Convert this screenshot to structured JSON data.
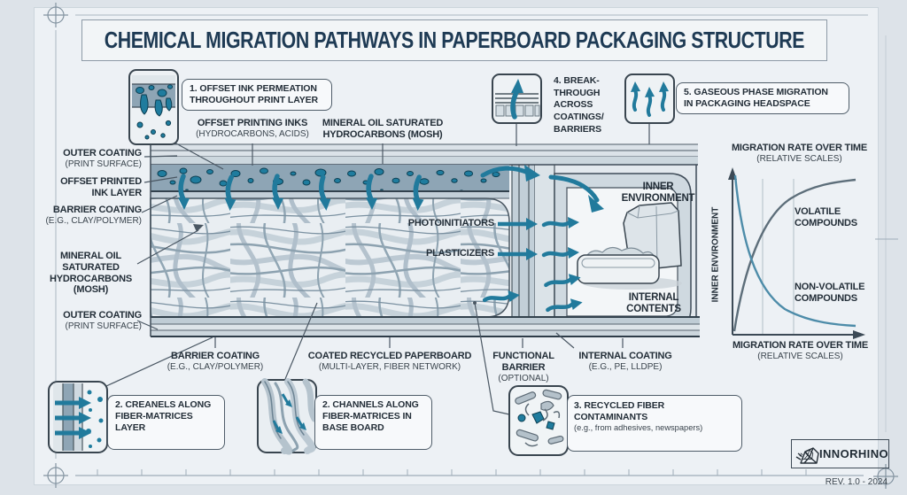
{
  "title": "CHEMICAL MIGRATION PATHWAYS IN PAPERBOARD PACKAGING STRUCTURE",
  "callouts": {
    "c1": "1. OFFSET INK PERMEATION\nTHROUGHOUT PRINT LAYER",
    "c4": "4. BREAK-\nTHROUGH\nACROSS\nCOATINGS/\nBARRIERS",
    "c5": "5. GASEOUS PHASE MIGRATION\nIN PACKAGING HEADSPACE",
    "c2a": "2. CREANELS ALONG\nFIBER-MATRICES\nLAYER",
    "c2b": "2. CHANNELS ALONG\nFIBER-MATRICES IN\nBASE BOARD",
    "c3_main": "3. RECYCLED FIBER\nCONTAMINANTS",
    "c3_sub": "(e.g., from adhesives, newspapers)"
  },
  "top_labels": {
    "inks_main": "OFFSET PRINTING INKS",
    "inks_sub": "(HYDROCARBONS, ACIDS)",
    "mosh_main": "MINERAL OIL SATURATED",
    "mosh_sub": "HYDROCARBONS (MOSH)"
  },
  "left_labels": {
    "outer_top_main": "OUTER COATING",
    "outer_top_sub": "(PRINT SURFACE)",
    "ink_layer": "OFFSET PRINTED\nINK LAYER",
    "barrier_main": "BARRIER COATING",
    "barrier_sub": "(E.G., CLAY/POLYMER)",
    "mosh": "MINERAL OIL\nSATURATED\nHYDROCARBONS\n(MOSH)",
    "outer_bottom_main": "OUTER COATING",
    "outer_bottom_sub": "(PRINT SURFACE)"
  },
  "bottom_labels": {
    "barrier_main": "BARRIER COATING",
    "barrier_sub": "(E.G., CLAY/POLYMER)",
    "board_main": "COATED RECYCLED PAPERBOARD",
    "board_sub": "(MULTI-LAYER, FIBER NETWORK)",
    "functional_main": "FUNCTIONAL\nBARRIER",
    "functional_sub": "(OPTIONAL)",
    "internal_main": "INTERNAL COATING",
    "internal_sub": "(E.G., PE, LLDPE)"
  },
  "mid_labels": {
    "photoinitiators": "PHOTOINITIATORS",
    "plasticizers": "PLASTICIZERS",
    "inner_environment": "INNER\nENVIRONMENT",
    "internal_contents": "INTERNAL\nCONTENTS"
  },
  "chart": {
    "title_main": "MIGRATION RATE OVER TIME",
    "title_sub": "(RELATIVE SCALES)",
    "y_axis": "INNER ENVIRONMENT",
    "volatile": "VOLATILE\nCOMPOUNDS",
    "non_volatile": "NON-VOLATILE\nCOMPOUNDS",
    "x_axis_main": "MIGRATION RATE OVER TIME",
    "x_axis_sub": "(RELATIVE SCALES)"
  },
  "chart_data": {
    "type": "line",
    "title": "MIGRATION RATE OVER TIME (RELATIVE SCALES)",
    "xlabel": "MIGRATION RATE OVER TIME (RELATIVE SCALES)",
    "ylabel": "INNER ENVIRONMENT",
    "x_normalized": [
      0,
      0.15,
      0.3,
      0.45,
      0.6,
      0.75,
      0.9,
      1
    ],
    "series": [
      {
        "name": "VOLATILE COMPOUNDS",
        "color": "#5d6e7a",
        "values": [
          0,
          0.38,
          0.62,
          0.78,
          0.88,
          0.94,
          0.97,
          0.98
        ]
      },
      {
        "name": "NON-VOLATILE COMPOUNDS",
        "color": "#4d8ca9",
        "values": [
          1,
          0.6,
          0.38,
          0.22,
          0.12,
          0.07,
          0.04,
          0.03
        ]
      }
    ],
    "grid": {
      "vertical_gridlines_x_normalized": [
        0.24,
        0.48
      ]
    },
    "legend_position": "inline-annotations",
    "axis_ranges": "relative (unitless)"
  },
  "footer": {
    "brand": "INNORHINO",
    "revision": "REV. 1.0 - 2024"
  },
  "icons": {
    "ink_permeation": "ink-blobs-through-layers",
    "breakthrough": "arrow-up-through-layers",
    "gaseous": "wavy-arrows-up",
    "creanels": "arrows-through-layer-bands",
    "channels": "fiber-channel-curves",
    "contaminants": "scattered-fiber-fragments",
    "brand_mark": "origami-rhino"
  },
  "colors": {
    "teal": "#217a9c",
    "slate_ink": "#8ea5b5",
    "navy": "#1e3a54",
    "text": "#232e38",
    "wall": "#cfd9e0",
    "chart_volatile": "#5d6e7a",
    "chart_nonvolatile": "#4d8ca9"
  }
}
